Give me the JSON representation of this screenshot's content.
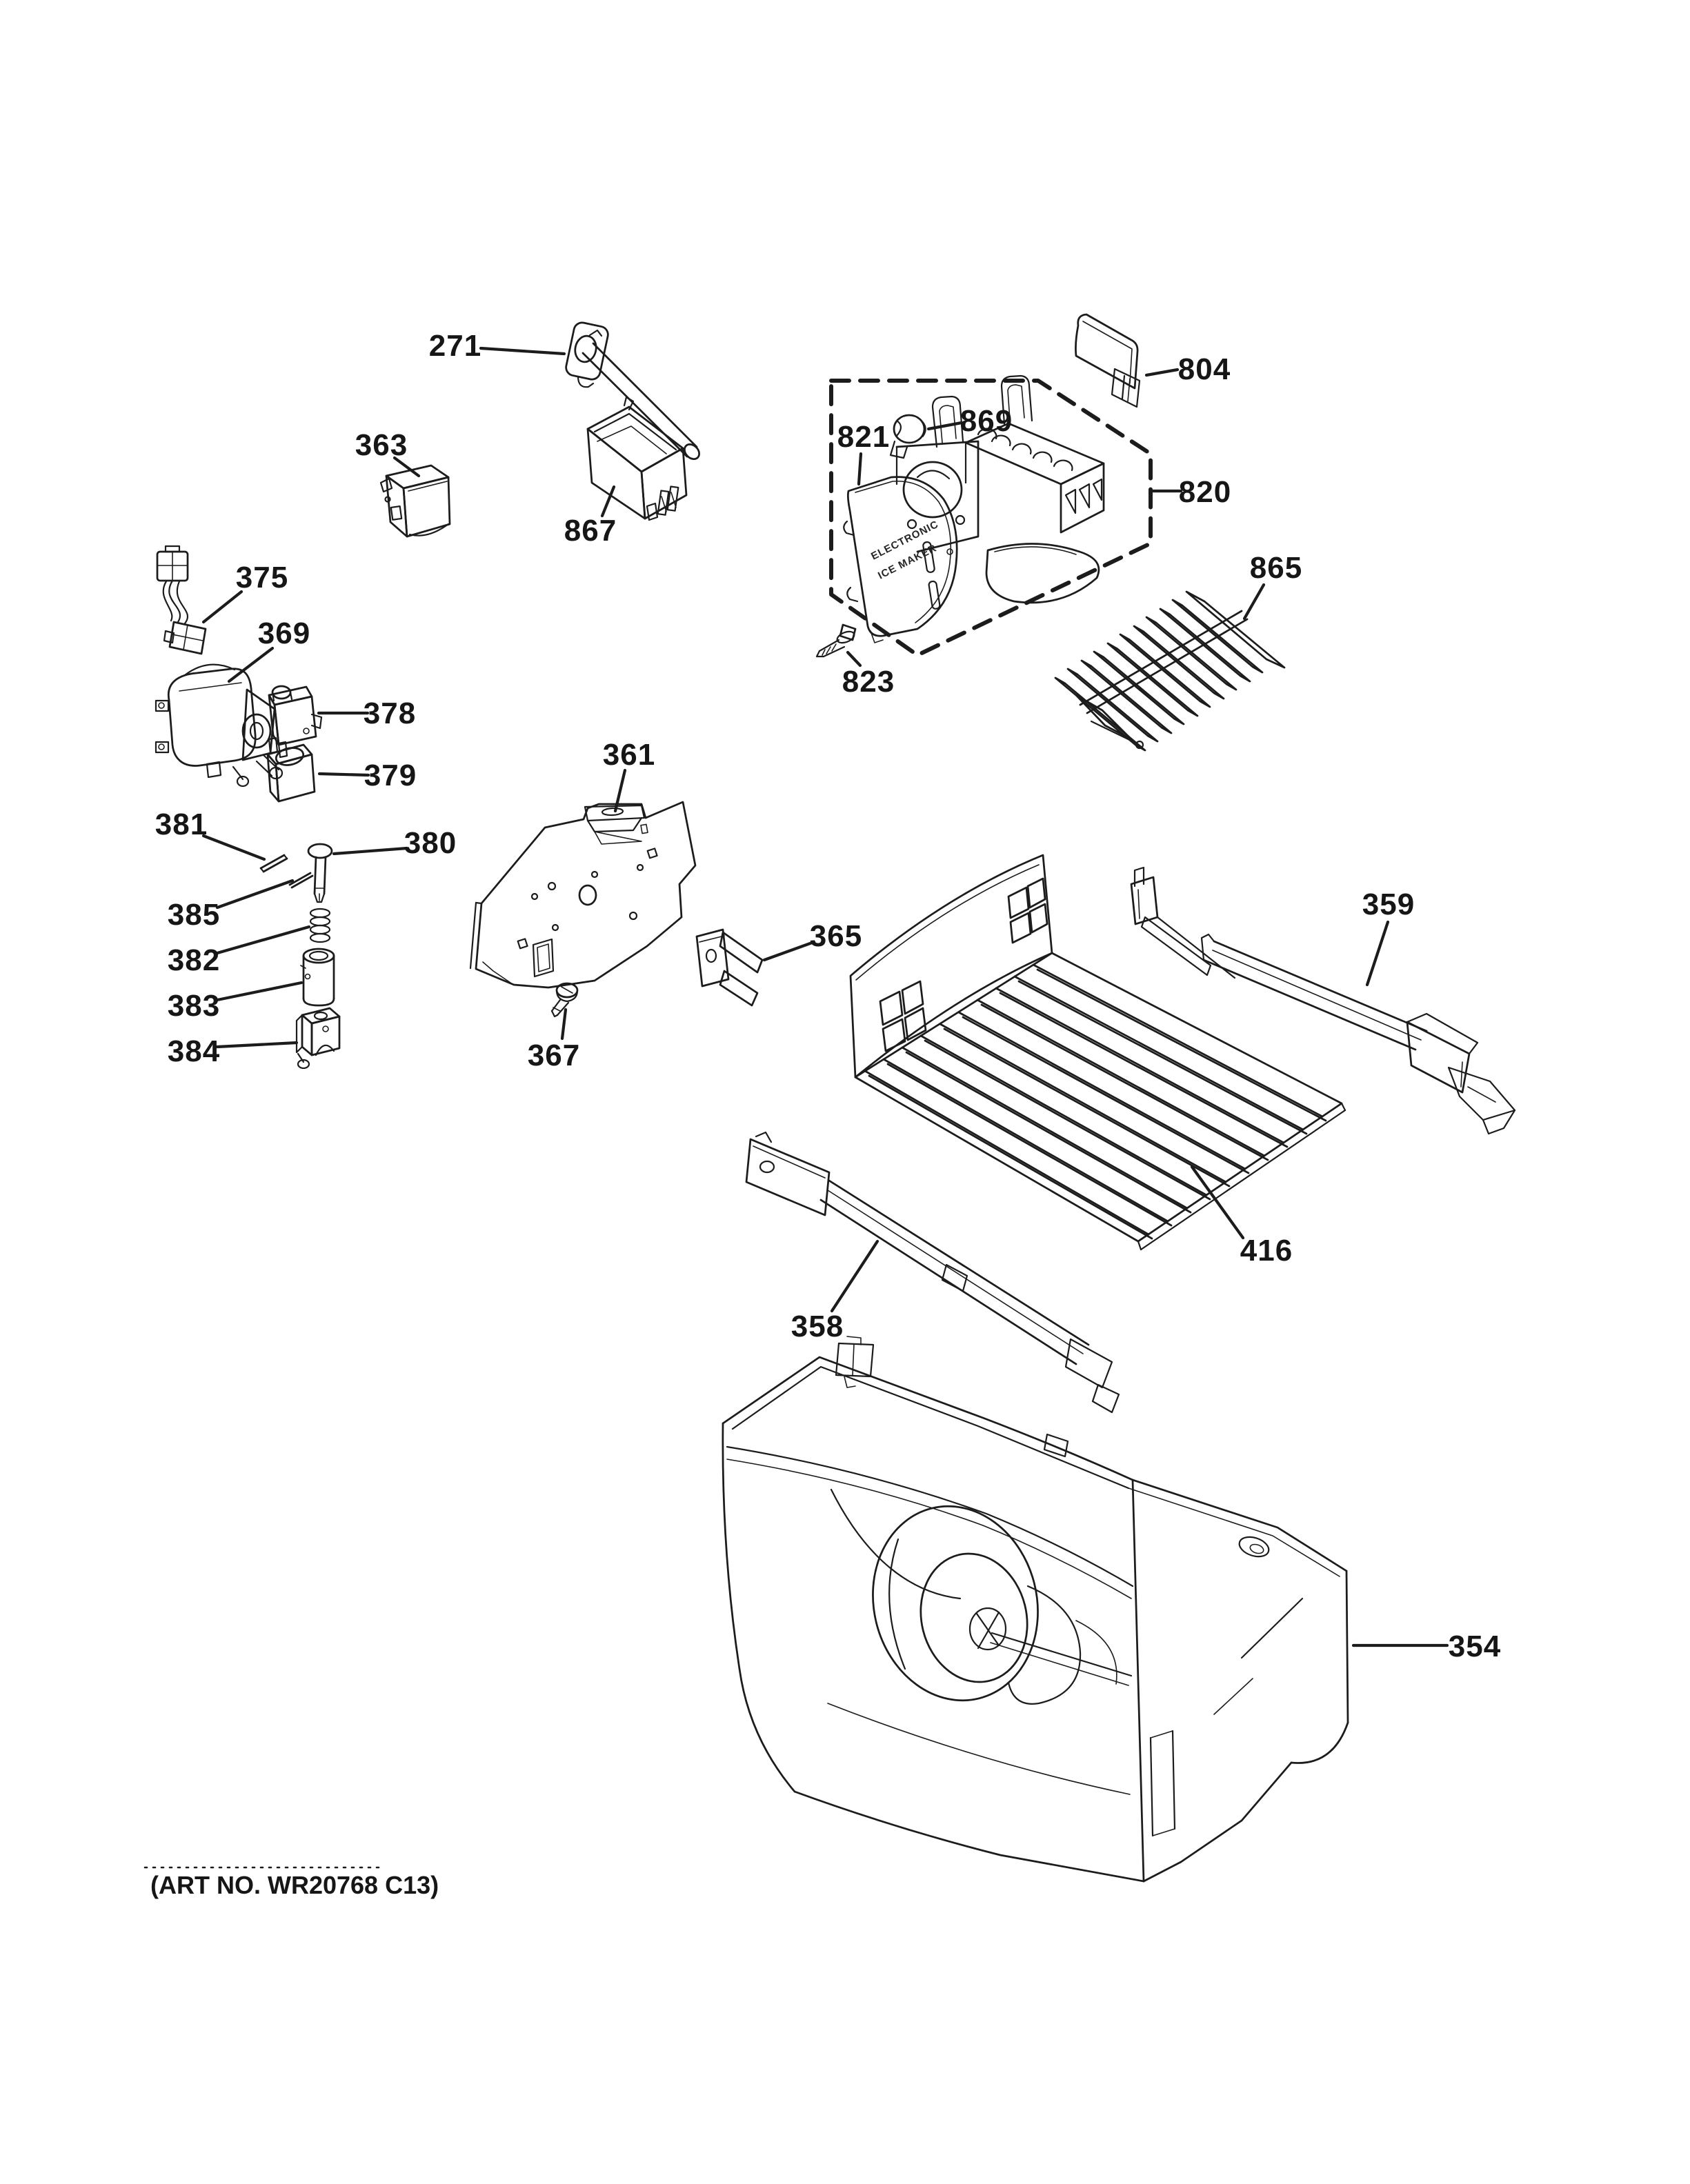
{
  "page": {
    "background_color": "#ffffff",
    "ink_color": "#1c1c1c",
    "kind": "appliance-parts-exploded-diagram",
    "section": "Ice maker & dispenser"
  },
  "footer": {
    "art_no": "(ART NO. WR20768 C13)"
  },
  "ice_maker_face_text": {
    "line1": "ELECTRONIC",
    "line2": "ICE  MAKER"
  },
  "callouts": [
    {
      "label": "271",
      "part": "fill-tube"
    },
    {
      "label": "363",
      "part": "auger-motor-module"
    },
    {
      "label": "375",
      "part": "wire-harness"
    },
    {
      "label": "369",
      "part": "crusher-motor"
    },
    {
      "label": "378",
      "part": "solenoid"
    },
    {
      "label": "379",
      "part": "solenoid-cover"
    },
    {
      "label": "381",
      "part": "pivot-pin"
    },
    {
      "label": "380",
      "part": "plunger"
    },
    {
      "label": "385",
      "part": "pin"
    },
    {
      "label": "382",
      "part": "spring"
    },
    {
      "label": "383",
      "part": "sleeve"
    },
    {
      "label": "384",
      "part": "bracket"
    },
    {
      "label": "361",
      "part": "mounting-plate"
    },
    {
      "label": "365",
      "part": "clip"
    },
    {
      "label": "367",
      "part": "screw"
    },
    {
      "label": "867",
      "part": "drip-tray"
    },
    {
      "label": "804",
      "part": "feeler-arm"
    },
    {
      "label": "869",
      "part": "thermostat"
    },
    {
      "label": "821",
      "part": "ice-maker-cover"
    },
    {
      "label": "820",
      "part": "ice-maker-assembly"
    },
    {
      "label": "823",
      "part": "ice-maker-screw"
    },
    {
      "label": "865",
      "part": "ice-stripper"
    },
    {
      "label": "359",
      "part": "slide-rail-right"
    },
    {
      "label": "416",
      "part": "bucket-shelf"
    },
    {
      "label": "358",
      "part": "slide-rail-left"
    },
    {
      "label": "354",
      "part": "ice-bucket"
    }
  ]
}
